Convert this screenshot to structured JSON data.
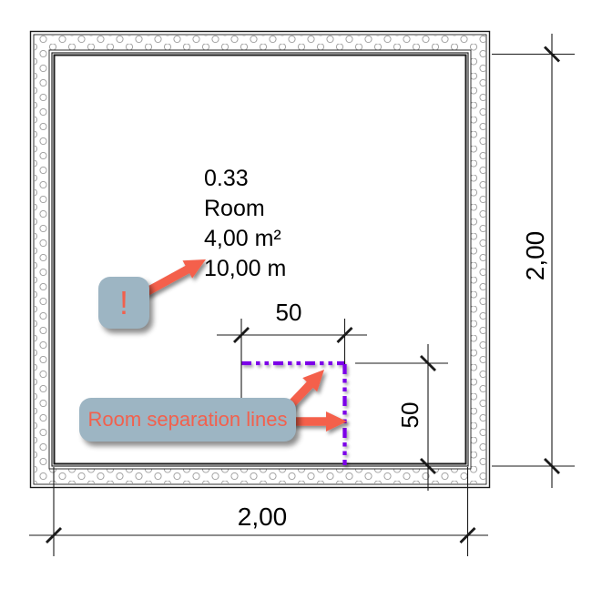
{
  "room_tag": {
    "number": "0.33",
    "name": "Room",
    "area": "4,00 m²",
    "perimeter": "10,00 m"
  },
  "dimensions": {
    "right_total": "2,00",
    "bottom_total": "2,00",
    "separation_horizontal": "50",
    "separation_vertical": "50"
  },
  "callouts": {
    "exclamation_label": "!",
    "room_separation_label": "Room separation lines"
  },
  "colors": {
    "separation_line": "#7c02e8",
    "callout_fill": "#9db5c3",
    "callout_text": "#f2604d",
    "arrow": "#f4604c",
    "drawing_line": "#1a1a1a",
    "hatch_circle": "#9a9a9a"
  }
}
